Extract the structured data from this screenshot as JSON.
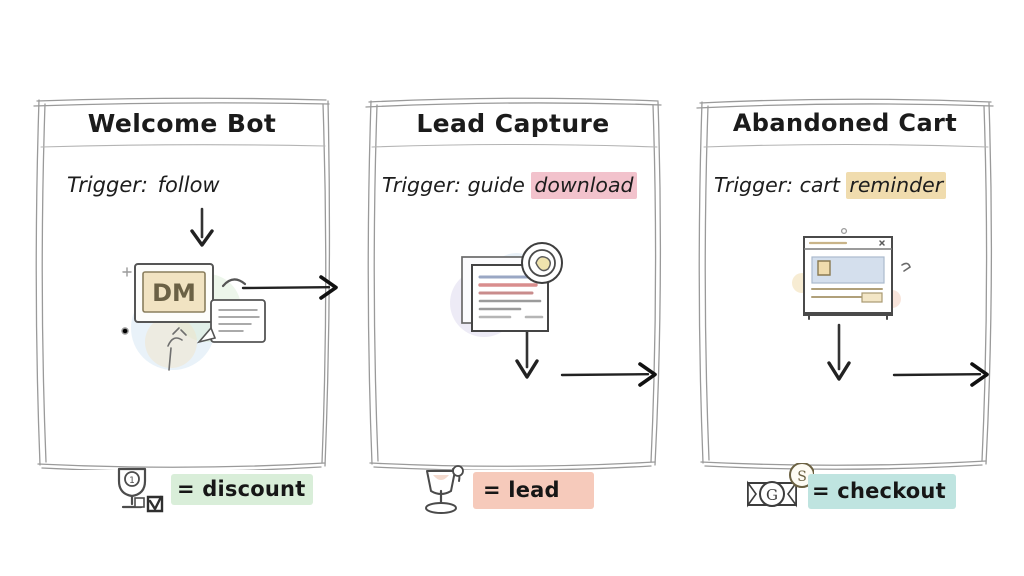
{
  "diagram": {
    "title_bar": "",
    "background_color": "#ffffff",
    "ink_color": "#2b2b2b"
  },
  "cards": [
    {
      "id": "welcome-bot",
      "title": "Welcome Bot",
      "trigger_prefix": "Trigger:",
      "trigger_value": "follow",
      "trigger_highlight": "",
      "illustration": "dm-message-card-icon",
      "illustration_label": "DM",
      "result_icon": "trophy-checkbox-icon",
      "result_label": "= discount",
      "result_highlight": "#d9eed9",
      "has_right_arrow": true,
      "has_down_arrow": true
    },
    {
      "id": "lead-capture",
      "title": "Lead Capture",
      "trigger_prefix": "Trigger:",
      "trigger_value": "guide download",
      "trigger_highlight_word": "download",
      "trigger_highlight": "#f2c2cc",
      "illustration": "document-form-badge-icon",
      "illustration_label": "",
      "result_icon": "cocktail-glass-icon",
      "result_label": "= lead",
      "result_highlight": "#f6cabb",
      "has_right_arrow": true,
      "has_down_arrow": true
    },
    {
      "id": "abandoned-cart",
      "title": "Abandoned Cart",
      "trigger_prefix": "Trigger:",
      "trigger_value": "cart reminder",
      "trigger_highlight_word": "reminder",
      "trigger_highlight": "#f0dcae",
      "illustration": "browser-cart-window-icon",
      "illustration_label": "",
      "result_icon": "banknote-coin-icon",
      "result_label": "= checkout",
      "result_highlight": "#bfe4e0",
      "has_right_arrow": true,
      "has_down_arrow": true
    }
  ]
}
